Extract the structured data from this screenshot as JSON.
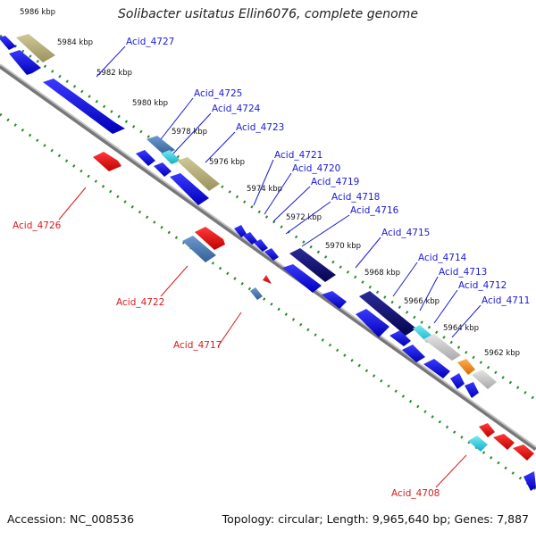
{
  "title": "Solibacter usitatus Ellin6076, complete genome",
  "footer": {
    "accession": "Accession: NC_008536",
    "summary": "Topology: circular; Length: 9,965,640 bp; Genes: 7,887"
  },
  "colors": {
    "forward_gene": "#0b0bd6",
    "reverse_gene": "#e01010",
    "forward_label": "#1a1ad6",
    "reverse_label": "#d81b1b",
    "backbone": "#888888",
    "tick": "#2a8a2a",
    "olive": "#b8b07a",
    "steel": "#4a7ab0",
    "cyan": "#2ad0e0",
    "navy": "#0e0e70",
    "grey": "#c8c8c8",
    "orange": "#f08a10"
  },
  "ticks": [
    {
      "label": "5986 kbp",
      "i": 0
    },
    {
      "label": "5984 kbp",
      "i": 1
    },
    {
      "label": "5982 kbp",
      "i": 2
    },
    {
      "label": "5980 kbp",
      "i": 3
    },
    {
      "label": "5978 kbp",
      "i": 4
    },
    {
      "label": "5976 kbp",
      "i": 5
    },
    {
      "label": "5974 kbp",
      "i": 6
    },
    {
      "label": "5972 kbp",
      "i": 7
    },
    {
      "label": "5970 kbp",
      "i": 8
    },
    {
      "label": "5968 kbp",
      "i": 9
    },
    {
      "label": "5966 kbp",
      "i": 10
    },
    {
      "label": "5964 kbp",
      "i": 11
    },
    {
      "label": "5962 kbp",
      "i": 12
    }
  ],
  "forward_labels": [
    "Acid_4727",
    "Acid_4725",
    "Acid_4724",
    "Acid_4723",
    "Acid_4721",
    "Acid_4720",
    "Acid_4719",
    "Acid_4718",
    "Acid_4716",
    "Acid_4715",
    "Acid_4714",
    "Acid_4713",
    "Acid_4712",
    "Acid_4711"
  ],
  "reverse_labels": [
    "Acid_4726",
    "Acid_4722",
    "Acid_4717",
    "Acid_4708"
  ]
}
